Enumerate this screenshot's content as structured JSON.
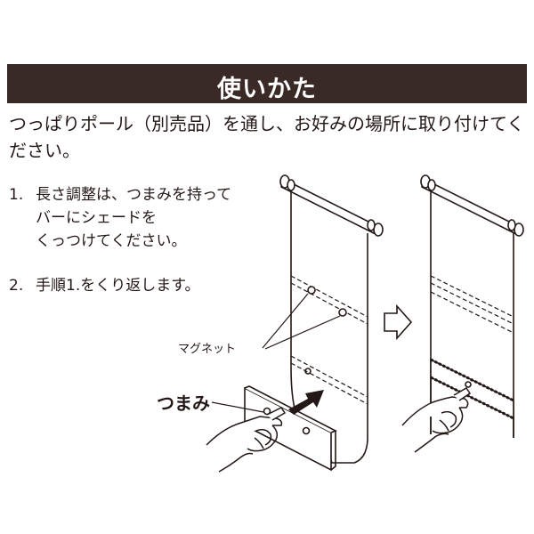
{
  "header": {
    "title": "使いかた"
  },
  "intro": {
    "text": "つっぱりポール（別売品）を通し、お好みの場所に取り付けてください。"
  },
  "steps": [
    {
      "number": "1.",
      "text": "長さ調整は、つまみを持って\nバーにシェードを\nくっつけてください。"
    },
    {
      "number": "2.",
      "text": "手順1.をくり返します。"
    }
  ],
  "labels": {
    "magnet": "マグネット",
    "knob": "つまみ"
  },
  "colors": {
    "header_bg": "#3a2a26",
    "ink": "#231815",
    "paper": "#ffffff"
  }
}
